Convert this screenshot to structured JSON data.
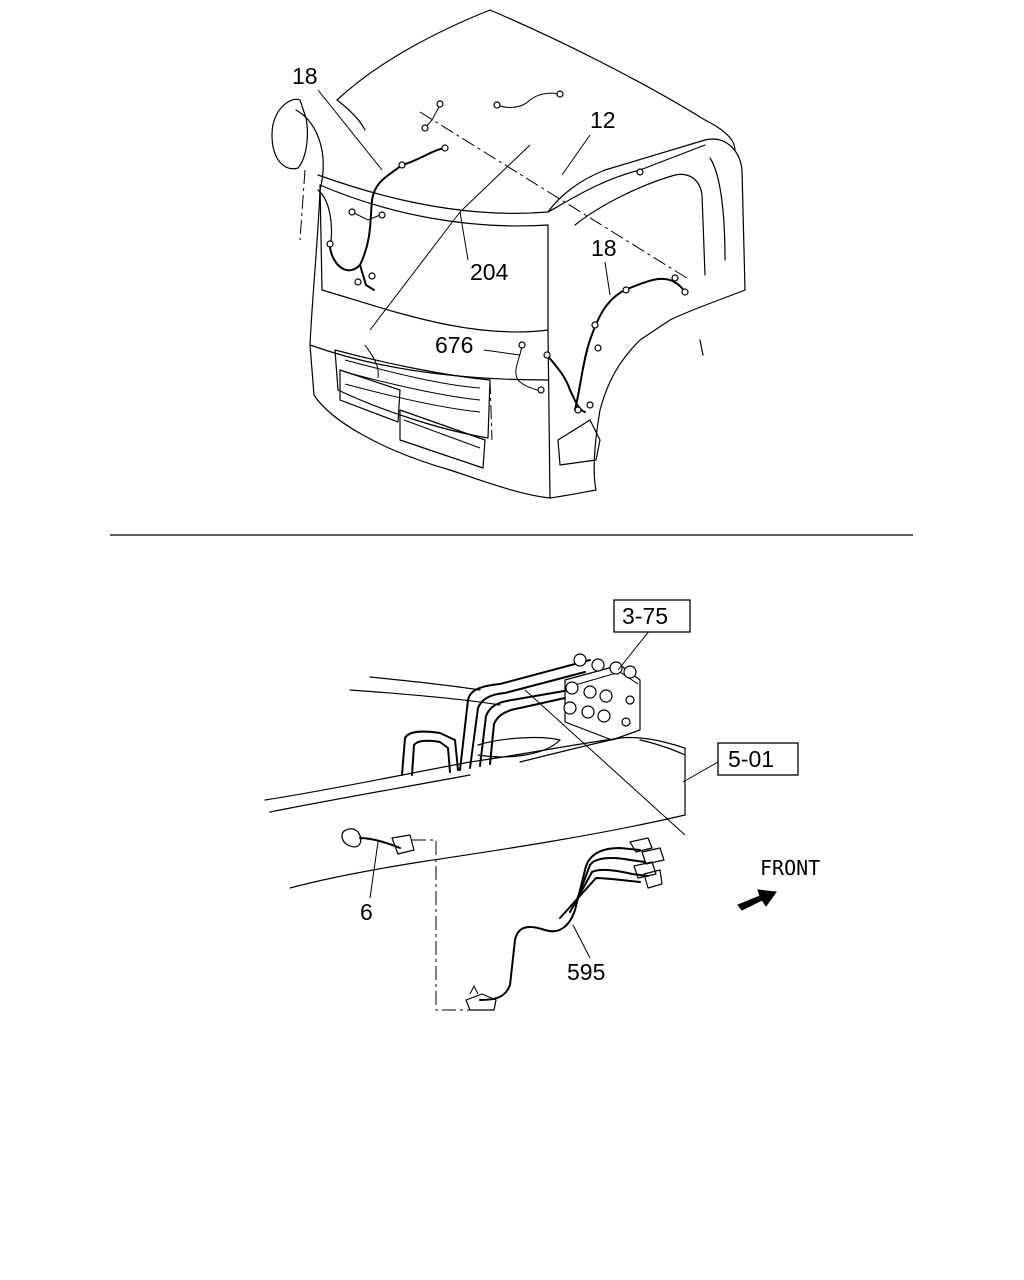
{
  "labels": {
    "top_18_left": "18",
    "top_12": "12",
    "top_204": "204",
    "top_18_right": "18",
    "top_676": "676",
    "bottom_3_75": "3-75",
    "bottom_5_01": "5-01",
    "bottom_6": "6",
    "bottom_595": "595",
    "bottom_front": "FRONT"
  }
}
